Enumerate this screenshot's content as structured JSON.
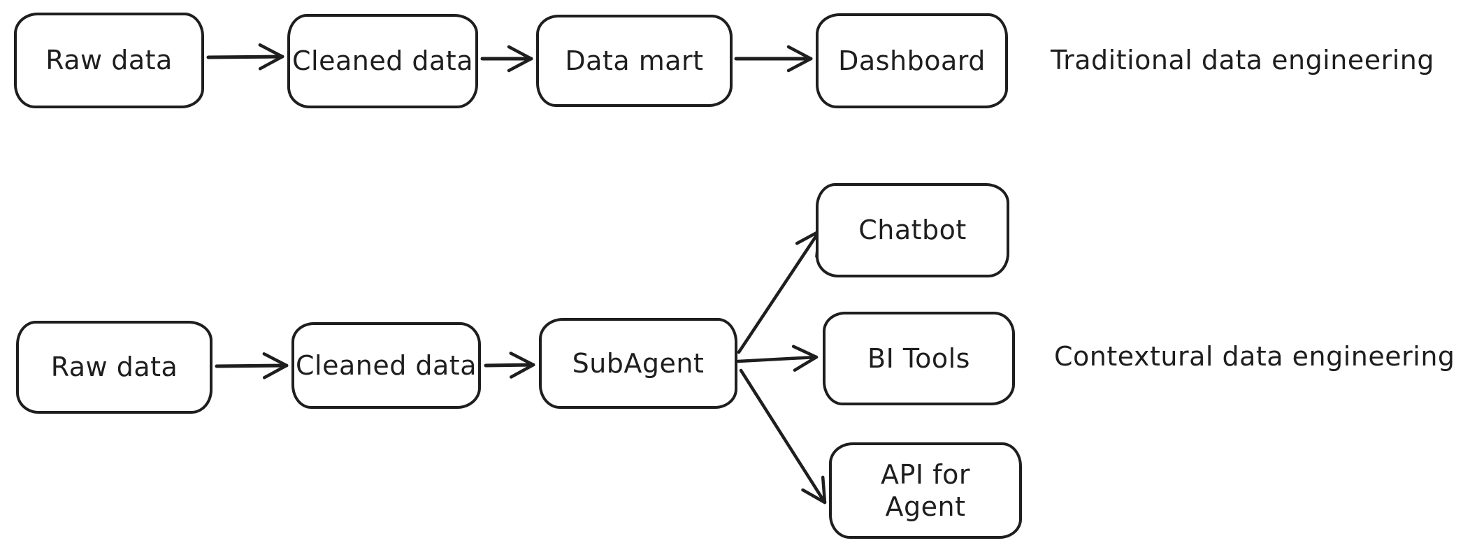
{
  "style": {
    "ink_color": "#1e1e1e",
    "background_color": "#ffffff"
  },
  "traditional_flow": {
    "title": "Traditional data engineering",
    "nodes": [
      {
        "id": "raw-data",
        "label": "Raw data"
      },
      {
        "id": "cleaned-data",
        "label": "Cleaned data"
      },
      {
        "id": "data-mart",
        "label": "Data mart"
      },
      {
        "id": "dashboard",
        "label": "Dashboard"
      }
    ]
  },
  "contextual_flow": {
    "title": "Contextural data engineering",
    "nodes": [
      {
        "id": "raw-data",
        "label": "Raw data"
      },
      {
        "id": "cleaned-data",
        "label": "Cleaned data"
      },
      {
        "id": "subagent",
        "label": "SubAgent"
      }
    ],
    "targets": [
      {
        "id": "chatbot",
        "label": "Chatbot"
      },
      {
        "id": "bi-tools",
        "label": "BI Tools"
      },
      {
        "id": "api-for-agent",
        "label": "API for Agent"
      }
    ]
  }
}
